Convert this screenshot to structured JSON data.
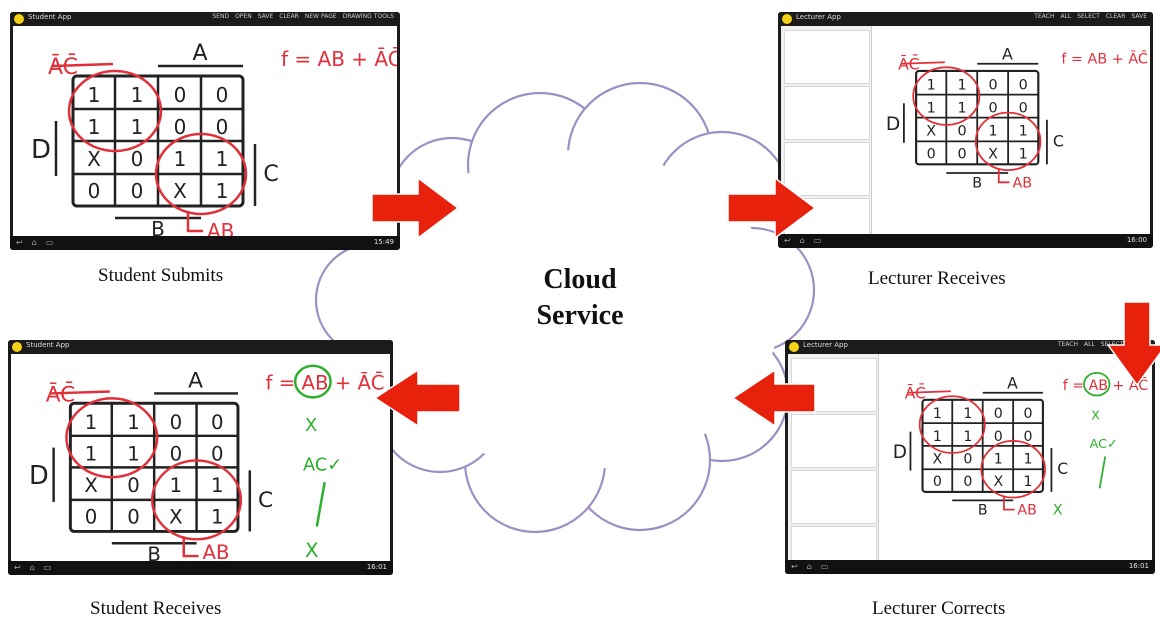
{
  "cloud": {
    "line1": "Cloud",
    "line2": "Service"
  },
  "captions": {
    "student_submits": "Student Submits",
    "lecturer_receives": "Lecturer Receives",
    "student_receives": "Student Receives",
    "lecturer_corrects": "Lecturer Corrects"
  },
  "student_app": {
    "title": "Student App",
    "menu": [
      "SEND",
      "OPEN",
      "SAVE",
      "CLEAR",
      "NEW PAGE",
      "DRAWING TOOLS"
    ]
  },
  "lecturer_app": {
    "title": "Lecturer App",
    "menu": [
      "TEACH",
      "ALL",
      "SELECT",
      "CLEAR",
      "SAVE"
    ]
  },
  "clocks": {
    "student_submits": "15:49",
    "lecturer_receives": "16:00",
    "student_receives": "16:01",
    "lecturer_corrects": "16:01"
  },
  "kmap": {
    "grid": [
      [
        "1",
        "1",
        "0",
        "0"
      ],
      [
        "1",
        "1",
        "0",
        "0"
      ],
      [
        "X",
        "0",
        "1",
        "1"
      ],
      [
        "0",
        "0",
        "X",
        "1"
      ]
    ],
    "label_top": "A",
    "label_left": "D",
    "label_right": "C",
    "label_bottom": "B",
    "term_ac": "ĀC̄",
    "term_ab": "AB",
    "formula": "f = AB + ĀC̄"
  },
  "corrections": {
    "mark_wrong": "X",
    "fix_term": "AC✓",
    "mark_x": "X"
  },
  "colors": {
    "arrow": "#e8210c",
    "cloud_stroke": "#9c8fc4",
    "ink_red": "#e0303a",
    "ink_green": "#2bb02b",
    "ink_black": "#222222"
  }
}
